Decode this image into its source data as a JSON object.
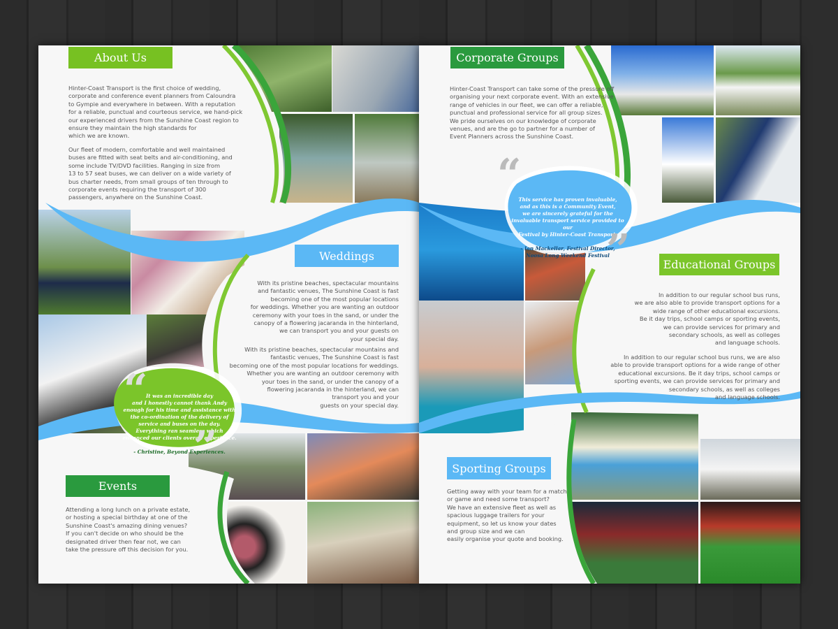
{
  "colors": {
    "green": "#77c122",
    "dark_green": "#2a9a3e",
    "blue": "#5bb8f5"
  },
  "left_page": {
    "about": {
      "title": "About Us",
      "para1": "Hinter-Coast Transport is the first choice of wedding,\ncorporate and conference event planners from Caloundra\nto Gympie and everywhere in between. With a reputation\nfor a reliable, punctual and courteous service, we hand-pick\nour experienced drivers from the Sunshine Coast region to\nensure they maintain the high standards for\nwhich we are known.",
      "para2": "Our fleet of modern, comfortable and well maintained\nbuses are fitted with seat belts and air-conditioning, and\nsome include TV/DVD facilities. Ranging in size from\n13 to 57 seat buses, we can deliver on a wide variety of\nbus charter needs, from small groups of ten through to\ncorporate events requiring the transport of 300\npassengers, anywhere on the Sunshine Coast."
    },
    "weddings": {
      "title": "Weddings",
      "para1": "With its pristine beaches, spectacular mountains\nand fantastic venues, The Sunshine Coast is fast\nbecoming one of the most popular locations\nfor weddings. Whether you are wanting an outdoor\nceremony with your toes in the sand, or under the\ncanopy of a flowering jacaranda in the hinterland,\nwe can transport you and your guests on\nyour special day.",
      "para2": "With its pristine beaches, spectacular mountains and\nfantastic venues, The Sunshine Coast is fast\nbecoming one of the most popular locations for weddings.\nWhether you are wanting an outdoor ceremony with\nyour toes in the sand, or under the canopy of a\nflowering jacaranda in the hinterland, we can\ntransport you and your\nguests on your special day."
    },
    "quote": {
      "text": "It was an incredible day\nand I honestly cannot thank Andy\nenough for his time and assistance with\nthe co-ordination of the delivery of\nservice and buses on the day.\nEverything ran seamless which\nenhanced our clients overall experience.",
      "attribution": "- Christine, Beyond Experiences."
    },
    "events": {
      "title": "Events",
      "para": "Attending a long lunch on a private estate,\nor hosting a special birthday at one of the\nSunshine Coast's amazing dining venues?\nIf you can't decide on who should be the\ndesignated driver then fear not, we can\ntake the pressure off this decision for you."
    }
  },
  "right_page": {
    "corporate": {
      "title": "Corporate Groups",
      "para": "Hinter-Coast Transport can take some of the pressure off\norganising your next corporate event. With an extensive\nrange of vehicles in our fleet, we can offer a reliable,\npunctual and professional service for all group sizes.\nWe pride ourselves on our knowledge of corporate\nvenues, and are the go to partner for a number of\nEvent Planners across the Sunshine Coast."
    },
    "quote": {
      "text": "This service has proven invaluable,\nand as this is a Community Event,\nwe are sincerely grateful for the\ninvaluable transport service provided to our\nFestival by Hinter-Coast Transport.",
      "attribution": "- Ian Mackellar, Festival Director,\nNoosa Long Weekend Festival"
    },
    "educational": {
      "title": "Educational Groups",
      "para1": "In addition to our regular school bus runs,\nwe are also able to provide transport options for a\nwide range of other educational excursions.\nBe it day trips, school camps or sporting events,\nwe can provide services for primary and\nsecondary schools, as well as colleges\nand language schools.",
      "para2": "In addition to our regular school bus runs, we are also\nable to provide transport options for a wide range of other\neducational excursions. Be it day trips, school camps or\nsporting events, we can provide services for primary and\nsecondary schools, as well as colleges\nand language schools."
    },
    "sporting": {
      "title": "Sporting Groups",
      "para": "Getting away with your team for a match\nor game and need some transport?\nWe have an extensive fleet as well as\nspacious luggage trailers for your\nequipment,  so let us know your dates\nand group size and we can\neasily organise your quote and booking."
    }
  }
}
